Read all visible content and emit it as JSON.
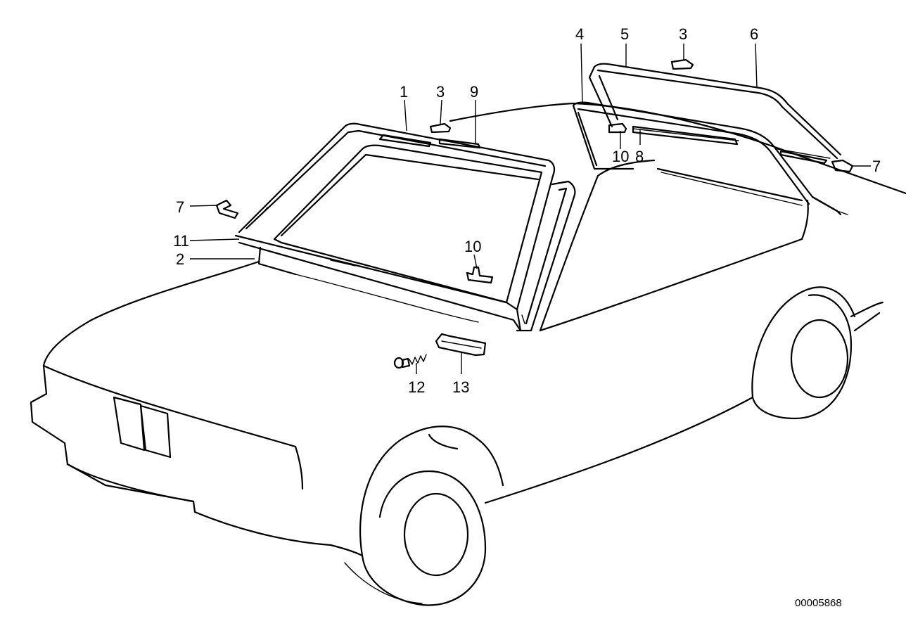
{
  "diagram": {
    "catalog_number": "00005868",
    "callouts": [
      {
        "id": "c1",
        "label": "1"
      },
      {
        "id": "c2",
        "label": "2"
      },
      {
        "id": "c3a",
        "label": "3"
      },
      {
        "id": "c3b",
        "label": "3"
      },
      {
        "id": "c4",
        "label": "4"
      },
      {
        "id": "c5",
        "label": "5"
      },
      {
        "id": "c6",
        "label": "6"
      },
      {
        "id": "c7a",
        "label": "7"
      },
      {
        "id": "c7b",
        "label": "7"
      },
      {
        "id": "c8",
        "label": "8"
      },
      {
        "id": "c9",
        "label": "9"
      },
      {
        "id": "c10a",
        "label": "10"
      },
      {
        "id": "c10b",
        "label": "10"
      },
      {
        "id": "c11",
        "label": "11"
      },
      {
        "id": "c12",
        "label": "12"
      },
      {
        "id": "c13",
        "label": "13"
      }
    ]
  }
}
